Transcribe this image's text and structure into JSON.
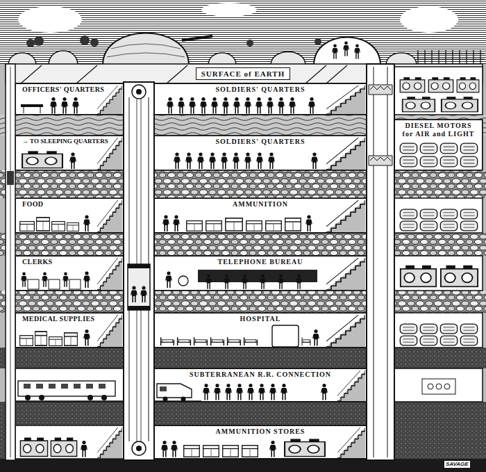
{
  "diagram": {
    "nodes": [
      {
        "text": [
          "SURFACE of EARTH"
        ]
      },
      {
        "text": [
          "OFFICERS' QUARTERS"
        ]
      },
      {
        "text": [
          "SOLDIERS' QUARTERS"
        ]
      },
      {
        "text": [
          "DIESEL MOTORS for AIR and LIGHT"
        ]
      },
      {
        "text": [
          "→ TO SLEEPING QUARTERS"
        ]
      },
      {
        "text": [
          "SOLDIERS' QUARTERS"
        ]
      },
      {
        "text": [
          "FOOD"
        ]
      },
      {
        "text": [
          "AMMUNITION"
        ]
      },
      {
        "text": [
          "CLERKS"
        ]
      },
      {
        "text": [
          "TELEPHONE BUREAU"
        ]
      },
      {
        "text": [
          "MEDICAL SUPPLIES"
        ]
      },
      {
        "text": [
          "HOSPITAL"
        ]
      },
      {
        "text": [
          "SUBTERRANEAN R.R. CONNECTION"
        ]
      },
      {
        "text": [
          "AMMUNITION STORES"
        ]
      }
    ],
    "labels": [
      "SAVAGE"
    ]
  }
}
